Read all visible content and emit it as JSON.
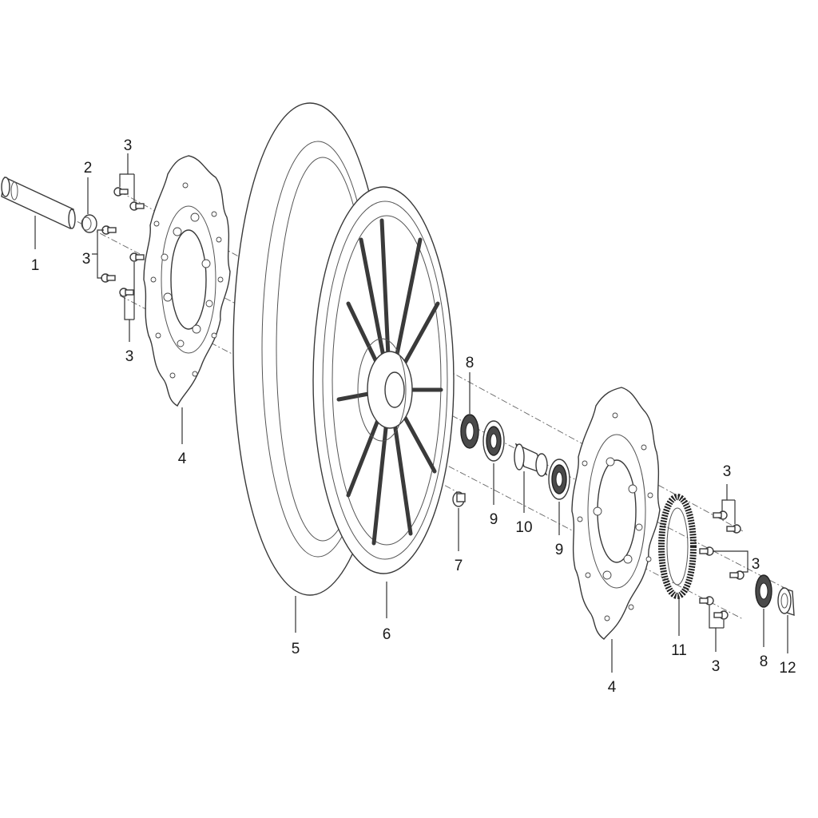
{
  "diagram": {
    "callouts": {
      "axle": "1",
      "collar": "2",
      "bolt_top_left": "3",
      "bolt_mid_left": "3",
      "bolt_bottom_left": "3",
      "disc_left": "4",
      "tire": "5",
      "wheel_rim": "6",
      "valve": "7",
      "seal_left": "8",
      "bearing_left": "9",
      "spacer": "10",
      "bearing_right": "9",
      "bolt_top_right": "3",
      "bolt_mid_right": "3",
      "bolt_bottom_right": "3",
      "disc_right": "4",
      "tone_ring": "11",
      "seal_right": "8",
      "collar_right": "12"
    }
  }
}
